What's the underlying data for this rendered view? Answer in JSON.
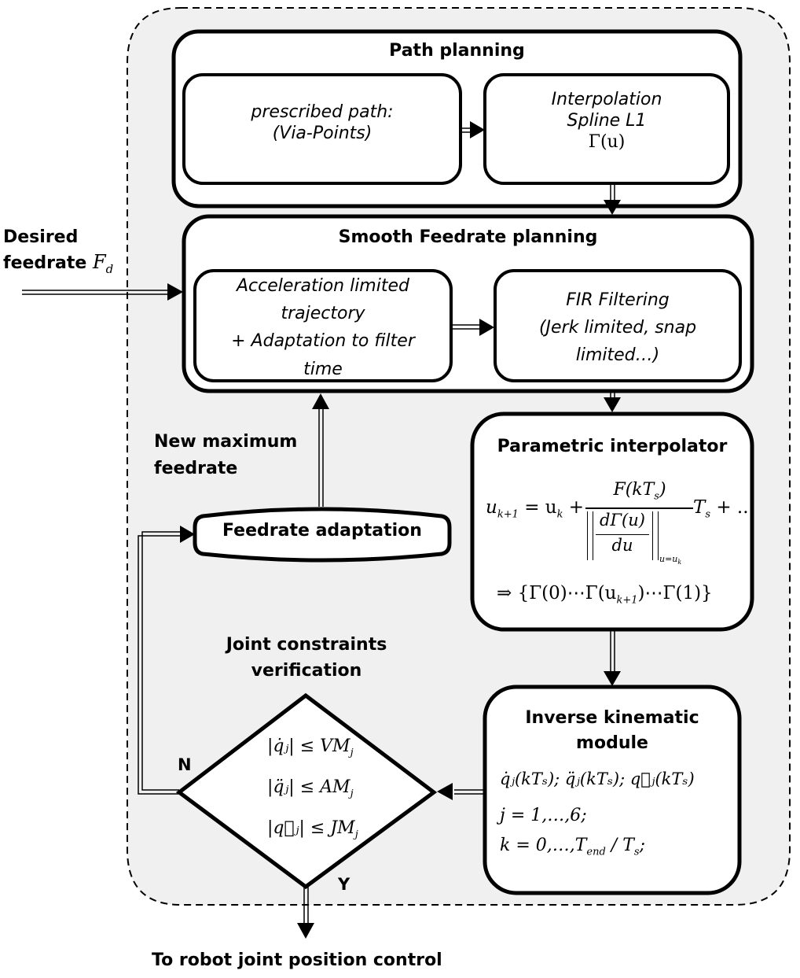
{
  "colors": {
    "region_fill": "#f0f0f0",
    "box_fill": "#ffffff",
    "stroke": "#000000"
  },
  "path_planning": {
    "title": "Path planning",
    "prescribed_path": [
      "prescribed path:",
      "(Via-Points)"
    ],
    "interpolation": [
      "Interpolation",
      "Spline L1"
    ],
    "interpolation_formula": "Γ(u)"
  },
  "input": {
    "label_line1": "Desired",
    "label_line2": "feedrate",
    "symbol": "F",
    "symbol_sub": "d"
  },
  "feedrate_planning": {
    "title": "Smooth Feedrate planning",
    "accel_block": [
      "Acceleration limited",
      "trajectory",
      "+ Adaptation to filter",
      "time"
    ],
    "fir_block": [
      "FIR Filtering",
      "(Jerk limited, snap",
      "limited…)"
    ]
  },
  "new_max_label": [
    "New maximum",
    "feedrate"
  ],
  "feedrate_adaptation": "Feedrate adaptation",
  "parametric": {
    "title": "Parametric interpolator",
    "eq_lhs": "u",
    "eq_lhs_sub": "k+1",
    "eq_eq": "= u",
    "eq_uk_sub": "k",
    "eq_plus": "+",
    "numerator": "F(kT",
    "numerator_sub": "s",
    "numerator_close": ")",
    "denominator_top": "dΓ(u)",
    "denominator_bottom": "du",
    "eval_at": "u=u",
    "eval_sub": "k",
    "eq_tail": "T",
    "eq_tail_sub": "s",
    "eq_tail_end": " + ..",
    "result": "⇒ {Γ(0)⋯Γ(u",
    "result_sub": "k+1",
    "result_end": ")⋯Γ(1)}"
  },
  "inverse_kinematic": {
    "title_line1": "Inverse kinematic",
    "title_line2": "module",
    "line1": "q̇ⱼ(kTₛ); q̈ⱼ(kTₛ); q⃛ⱼ(kTₛ)",
    "line2": "j = 1,…,6;",
    "line3_a": "k = 0,…,T",
    "line3_sub": "end",
    "line3_b": " / T",
    "line3_sub2": "s",
    "line3_c": ";"
  },
  "joint_check": {
    "title_line1": "Joint constraints",
    "title_line2": "verification",
    "constraints": [
      {
        "lhs": "|q̇ⱼ|",
        "rel": "≤",
        "rhs": "VM",
        "sub": "j"
      },
      {
        "lhs": "|q̈ⱼ|",
        "rel": "≤",
        "rhs": "AM",
        "sub": "j"
      },
      {
        "lhs": "|q⃛ⱼ|",
        "rel": "≤",
        "rhs": "JM",
        "sub": "j"
      }
    ],
    "no_label": "N",
    "yes_label": "Y"
  },
  "output_label": "To robot joint position control"
}
